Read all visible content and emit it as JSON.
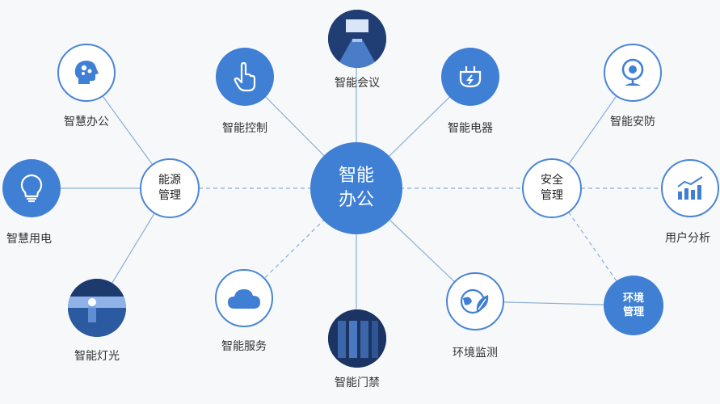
{
  "center": {
    "line1": "智能",
    "line2": "办公"
  },
  "hubs": {
    "energy": {
      "line1": "能源",
      "line2": "管理"
    },
    "security": {
      "line1": "安全",
      "line2": "管理"
    },
    "environment": {
      "line1": "环境",
      "line2": "管理"
    }
  },
  "labels": {
    "smart_office": "智慧办公",
    "smart_power": "智慧用电",
    "smart_lighting": "智能灯光",
    "smart_control": "智能控制",
    "smart_meeting": "智能会议",
    "smart_appliance": "智能电器",
    "smart_service": "智能服务",
    "smart_access": "智能门禁",
    "env_monitor": "环境监测",
    "smart_security": "智能安防",
    "user_analysis": "用户分析"
  },
  "colors": {
    "accent": "#3f7fd4",
    "line": "#8aaed6",
    "background": "#f7f8fa"
  }
}
